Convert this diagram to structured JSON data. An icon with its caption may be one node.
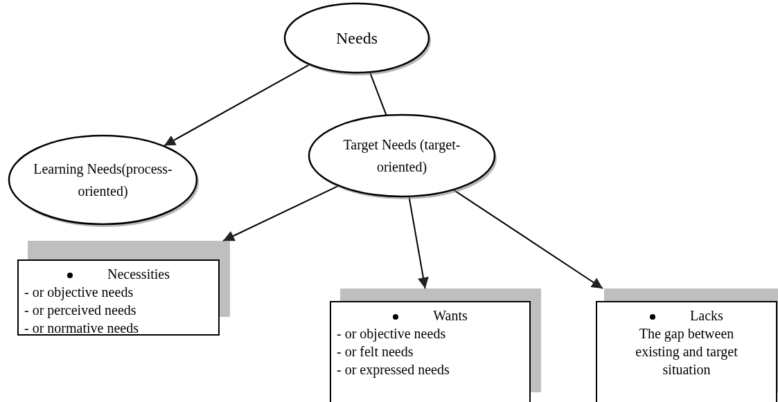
{
  "diagram": {
    "nodes": [
      {
        "text": [
          "Needs"
        ]
      },
      {
        "text": [
          "Learning Needs(process-oriented)"
        ]
      },
      {
        "text": [
          "Target Needs (target-oriented)"
        ]
      },
      {
        "text": [
          "Necessities",
          "- or objective needs",
          "- or perceived needs",
          "- or normative needs"
        ]
      },
      {
        "text": [
          "Wants",
          "- or objective needs",
          "- or felt needs",
          "- or expressed needs"
        ]
      },
      {
        "text": [
          "Lacks",
          "The gap between existing and target situation"
        ]
      }
    ],
    "edges": [
      {
        "from": 0,
        "to": 1,
        "arrow": "to"
      },
      {
        "from": 0,
        "to": 2,
        "arrow": "none"
      },
      {
        "from": 2,
        "to": 3,
        "arrow": "to"
      },
      {
        "from": 2,
        "to": 4,
        "arrow": "to"
      },
      {
        "from": 2,
        "to": 5,
        "arrow": "to"
      }
    ]
  }
}
